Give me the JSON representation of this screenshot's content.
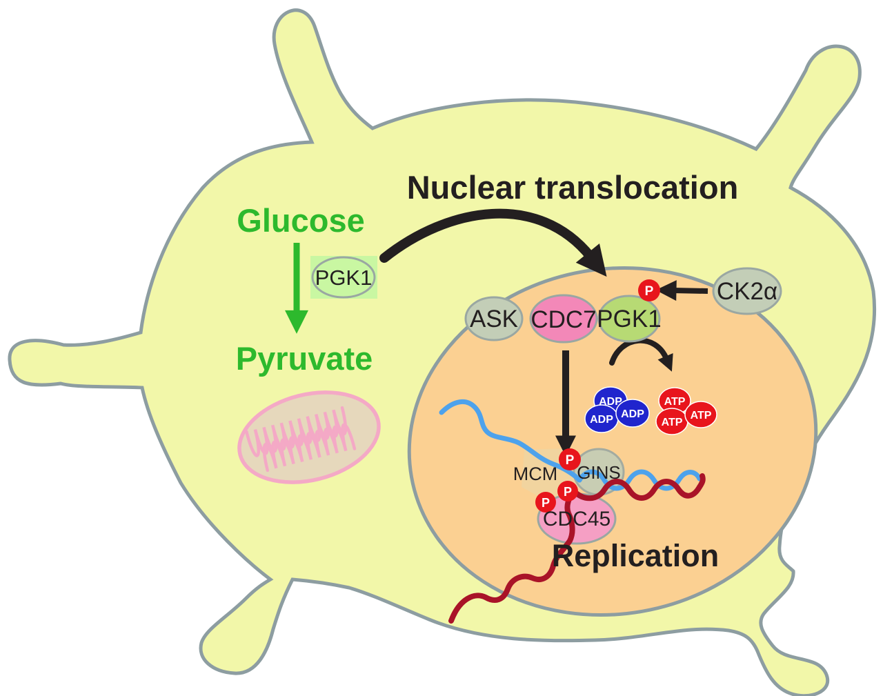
{
  "figure": {
    "title": "Nuclear translocation",
    "replication_label": "Replication"
  },
  "cytoplasm": {
    "glucose_label": "Glucose",
    "pyruvate_label": "Pyruvate",
    "pgk1_label": "PGK1"
  },
  "nucleus": {
    "ask_label": "ASK",
    "cdc7_label": "CDC7",
    "pgk1_label": "PGK1",
    "ck2alpha_label": "CK2α",
    "mcm_label": "MCM",
    "gins_label": "GINS",
    "cdc45_label": "CDC45",
    "phospho_label": "P",
    "adp_label": "ADP",
    "atp_label": "ATP",
    "adp_count": 3,
    "atp_count": 3,
    "phospho_count": 4
  },
  "colors": {
    "cell_fill": "#f2f7a9",
    "membrane_stroke": "#8d9da1",
    "nucleus_fill": "#fbd092",
    "green_text": "#2db92d",
    "black_text": "#231f20",
    "pgk1_cyto_fill": "#c9f7a2",
    "ask_ck2_fill": "#c3ceb7",
    "cdc7_fill": "#f388b8",
    "pgk1_nuclear_fill": "#b7da74",
    "gins_fill": "#c3cdb7",
    "cdc45_fill": "#f59fc4",
    "phospho_fill": "#e8151c",
    "adp_fill": "#2025cd",
    "atp_fill": "#e8151c",
    "dna_blue": "#4da2ec",
    "dna_red": "#a91328",
    "mcm_blob_fill": "#e7d8ab",
    "mito_membrane": "#f4a9c6",
    "mito_fill": "#e6d8bc"
  }
}
